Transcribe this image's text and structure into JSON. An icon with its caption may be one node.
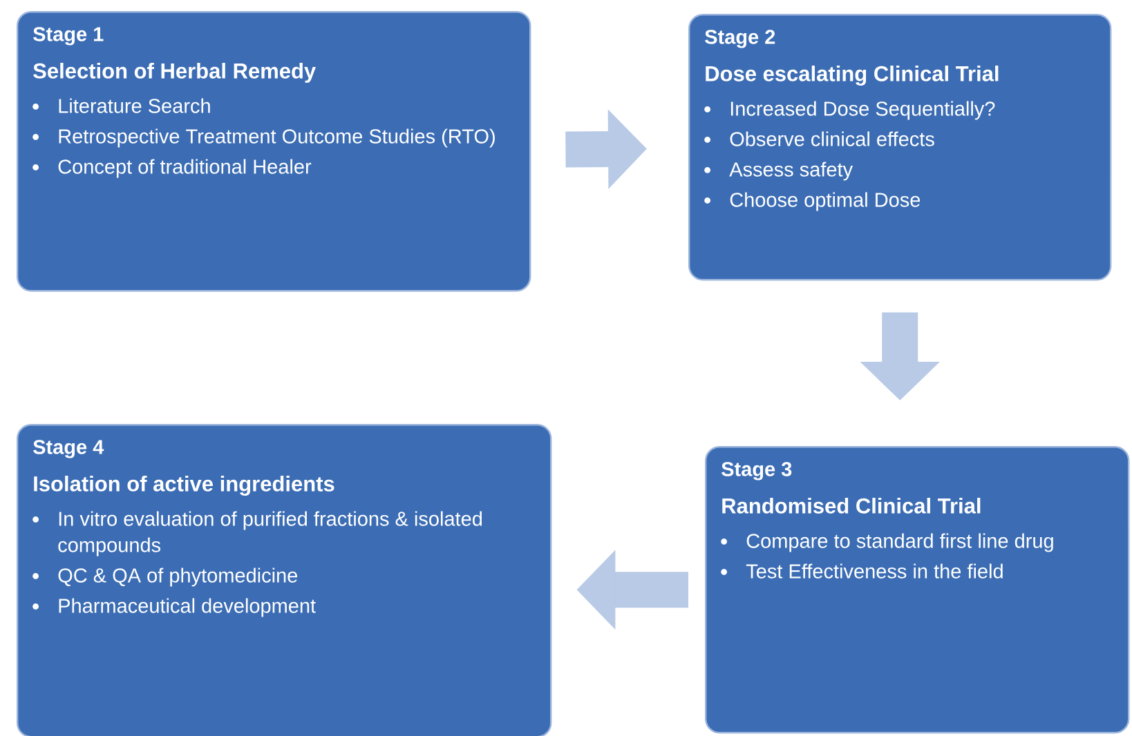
{
  "diagram": {
    "nodes": [
      {
        "text": [
          "Stage 1",
          "Selection of Herbal Remedy",
          "Literature Search",
          "Retrospective Treatment Outcome Studies (RTO)",
          "Concept of traditional Healer"
        ]
      },
      {
        "text": [
          "Stage 2",
          "Dose escalating Clinical Trial",
          "Increased Dose Sequentially?",
          "Observe clinical effects",
          "Assess safety",
          "Choose optimal Dose"
        ]
      },
      {
        "text": [
          "Stage 4",
          "Isolation of active ingredients",
          "In vitro evaluation of purified fractions & isolated compounds",
          "QC & QA of phytomedicine",
          "Pharmaceutical development"
        ]
      },
      {
        "text": [
          "Stage 3",
          "Randomised Clinical Trial",
          "Compare to standard first line drug",
          "Test Effectiveness in the field"
        ]
      }
    ],
    "edges": [
      {
        "from": 0,
        "to": 1,
        "arrow": "to"
      },
      {
        "from": 1,
        "to": 3,
        "arrow": "to"
      },
      {
        "from": 3,
        "to": 2,
        "arrow": "to"
      }
    ]
  }
}
